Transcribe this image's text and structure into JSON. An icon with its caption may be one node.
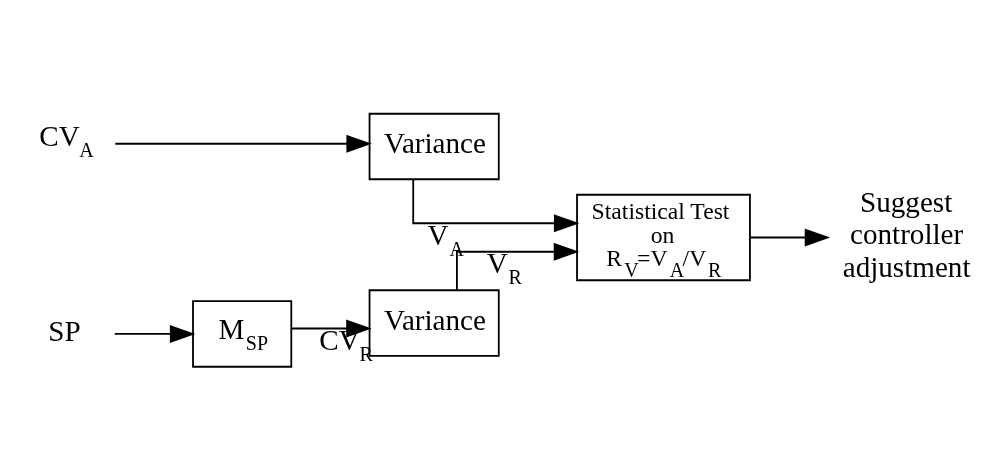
{
  "diagram": {
    "nodes": [
      {
        "text": [
          "CV$_{A}$"
        ]
      },
      {
        "text": [
          "Variance"
        ]
      },
      {
        "text": [
          "Statistical Test on R$_{V}$=V$_{A}$/V$_{R}$"
        ]
      },
      {
        "text": [
          "SP"
        ]
      },
      {
        "text": [
          "M$_{SP}$"
        ]
      },
      {
        "text": [
          "Variance"
        ]
      },
      {
        "text": [
          "Suggest controller adjustment"
        ]
      }
    ],
    "edges": [
      {
        "from": 0,
        "to": 1,
        "arrow": "to"
      },
      {
        "from": 1,
        "to": 2,
        "arrow": "to",
        "label": "V$_{A}$"
      },
      {
        "from": 3,
        "to": 4,
        "arrow": "to"
      },
      {
        "from": 4,
        "to": 5,
        "arrow": "to",
        "label": "CV$_{R}$"
      },
      {
        "from": 5,
        "to": 2,
        "arrow": "to",
        "label": "V$_{R}$"
      },
      {
        "from": 2,
        "to": 6,
        "arrow": "to"
      }
    ]
  }
}
